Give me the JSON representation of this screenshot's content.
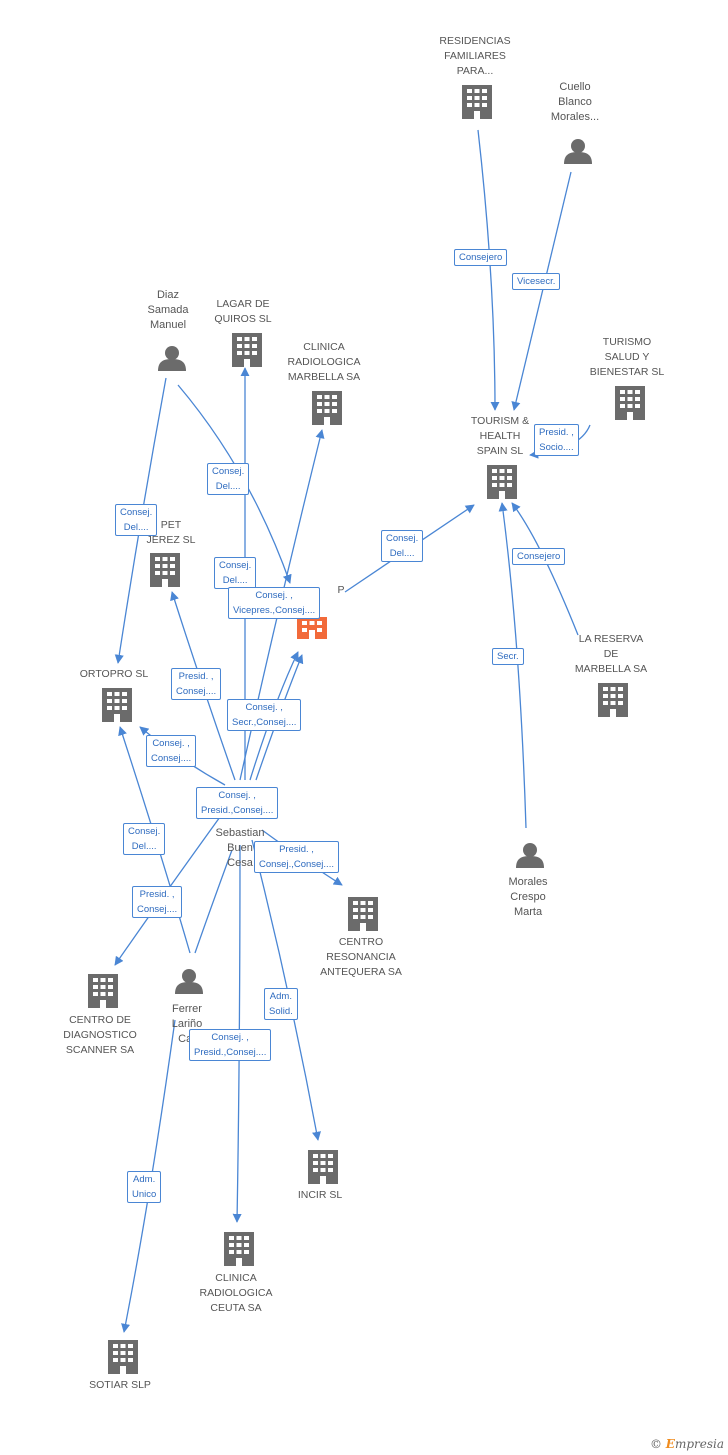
{
  "colors": {
    "edge": "#4a86d4",
    "icon": "#6b6b6b",
    "focus": "#f26a3a"
  },
  "nodes": {
    "residencias": "RESIDENCIAS\nFAMILIARES\nPARA...",
    "cuello": "Cuello\nBlanco\nMorales...",
    "turismo": "TURISMO\nSALUD Y\nBIENESTAR SL",
    "tourism": "TOURISM &\nHEALTH\nSPAIN  SL",
    "diaz": "Diaz\nSamada\nManuel",
    "lagar": "LAGAR DE\nQUIROS SL",
    "clinica_marbella": "CLINICA\nRADIOLOGICA\nMARBELLA SA",
    "pet_jerez": "PET\nJEREZ SL",
    "ortopro": "ORTOPRO SL",
    "la_reserva": "LA RESERVA\nDE\nMARBELLA SA",
    "sebastian": "Sebastian\nBuen\nCesa",
    "morales": "Morales\nCrespo\nMarta",
    "centro_antequera": "CENTRO\nRESONANCIA\nANTEQUERA SA",
    "centro_scanner": "CENTRO DE\nDIAGNOSTICO\nSCANNER SA",
    "ferrer": "Ferrer\nLariño\nCar",
    "incir": "INCIR SL",
    "ceuta": "CLINICA\nRADIOLOGICA\nCEUTA SA",
    "sotiar": "SOTIAR SLP",
    "focus_suffix": "P"
  },
  "edges": {
    "consejero": "Consejero",
    "vicesecr": "Vicesecr.",
    "presid_socio": "Presid. ,\nSocio....",
    "consej_del_lagar": "Consej.\nDel....",
    "consej_del_diaz": "Consej.\nDel....",
    "consej_del_tourism": "Consej.\nDel....",
    "consej_del_focus": "Consej.\nDel....",
    "vicepres": "Consej. ,\nVicepres.,Consej....",
    "consejero2": "Consejero",
    "secr": "Secr.",
    "presid_consej_pet": "Presid. ,\nConsej....",
    "secr_consej": "Consej. ,\nSecr.,Consej....",
    "consej_consej": "Consej. ,\nConsej....",
    "consej_presid": "Consej. ,\nPresid.,Consej....",
    "consej_del_ortopro": "Consej.\nDel....",
    "presid_consej_antequera": "Presid. ,\nConsej.,Consej....",
    "presid_consej_scanner": "Presid. ,\nConsej....",
    "adm_solid": "Adm.\nSolid.",
    "consej_presid_ceuta": "Consej. ,\nPresid.,Consej....",
    "adm_unico": "Adm.\nUnico"
  },
  "footer": {
    "copyright": "©",
    "brand_initial": "E",
    "brand_rest": "mpresia"
  }
}
